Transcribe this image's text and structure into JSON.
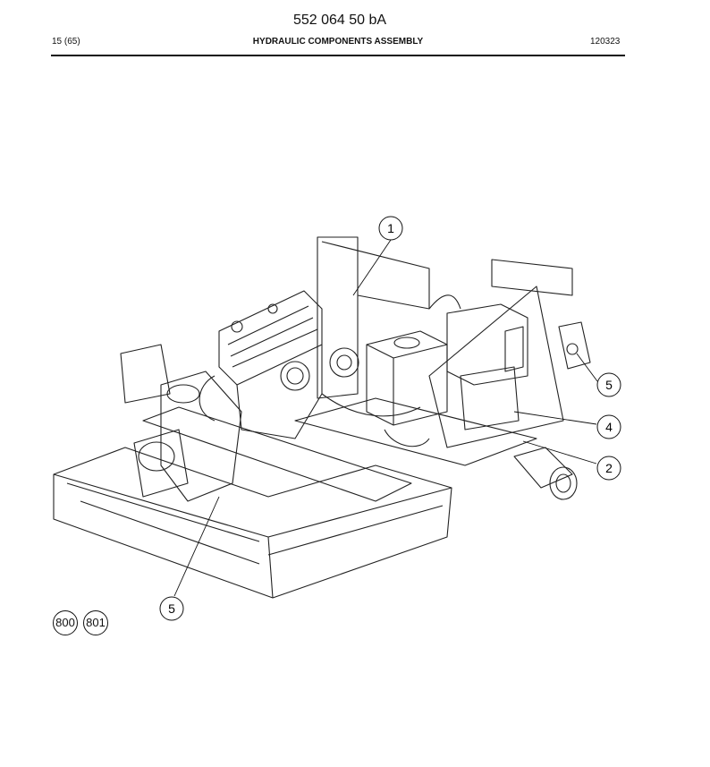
{
  "header": {
    "doc_number": "552 064 50 bA",
    "page": "15 (65)",
    "title": "HYDRAULIC COMPONENTS ASSEMBLY",
    "code": "120323"
  },
  "callouts": [
    {
      "label": "1"
    },
    {
      "label": "5"
    },
    {
      "label": "4"
    },
    {
      "label": "2"
    },
    {
      "label": "5"
    }
  ],
  "references": [
    "800",
    "801"
  ]
}
